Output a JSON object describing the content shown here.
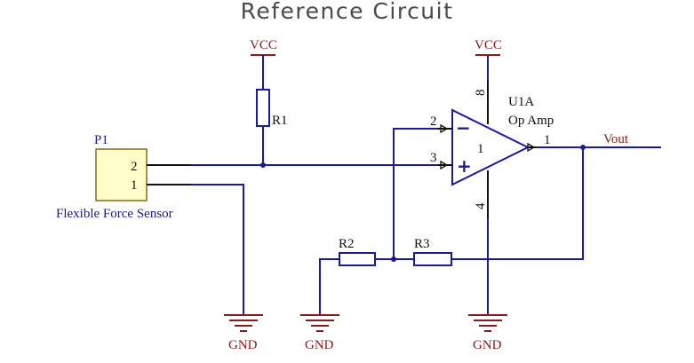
{
  "title": "Reference Circuit",
  "connector": {
    "ref": "P1",
    "pin_top": "2",
    "pin_bottom": "1",
    "description": "Flexible Force Sensor"
  },
  "power": {
    "vcc": "VCC",
    "gnd": "GND"
  },
  "resistors": {
    "r1": "R1",
    "r2": "R2",
    "r3": "R3"
  },
  "opamp": {
    "ref": "U1A",
    "type": "Op Amp",
    "unit": "1",
    "pin_inv": "2",
    "pin_noninv": "3",
    "pin_out": "1",
    "pin_vplus": "8",
    "pin_vminus": "4",
    "sign_minus": "−",
    "sign_plus": "+"
  },
  "output": "Vout"
}
